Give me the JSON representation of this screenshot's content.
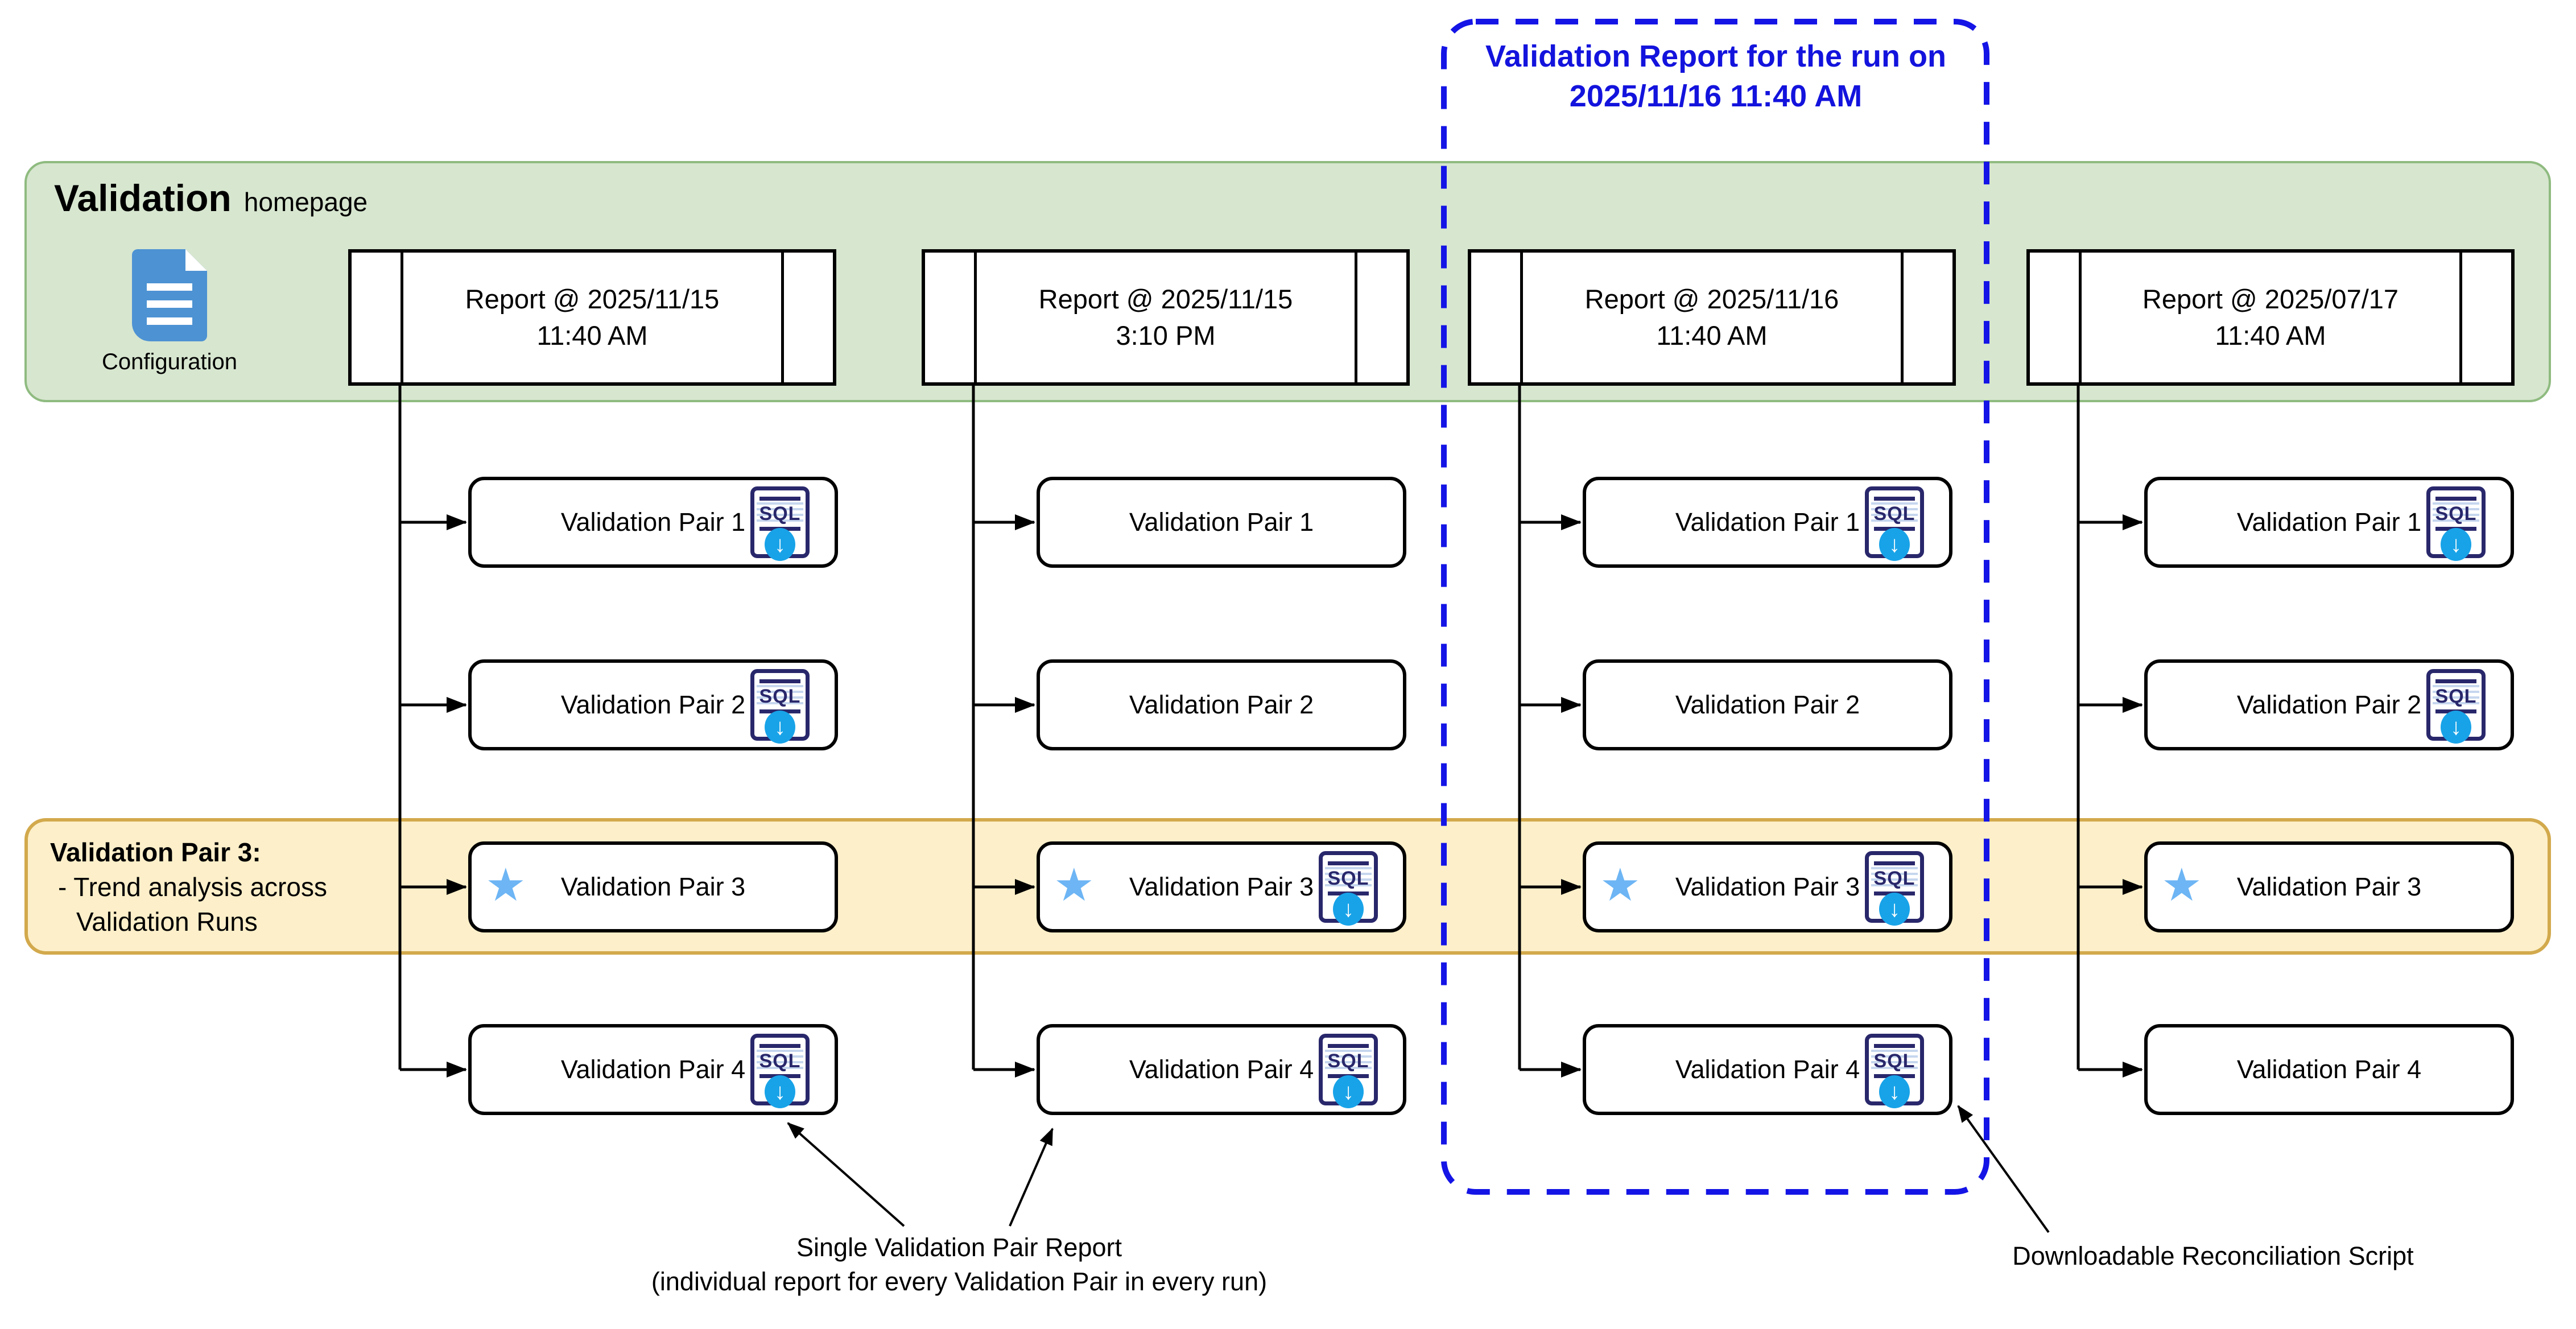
{
  "callout": {
    "line1": "Validation Report for the run on",
    "line2": "2025/11/16 11:40 AM"
  },
  "banner": {
    "title": "Validation",
    "subtitle": "homepage",
    "config_label": "Configuration"
  },
  "columns": [
    {
      "report": {
        "line1": "Report @ 2025/11/15",
        "line2": "11:40 AM"
      },
      "pairs": [
        {
          "label": "Validation Pair 1",
          "sql": true,
          "star": false
        },
        {
          "label": "Validation Pair 2",
          "sql": true,
          "star": false
        },
        {
          "label": "Validation Pair 3",
          "sql": false,
          "star": true
        },
        {
          "label": "Validation Pair 4",
          "sql": true,
          "star": false
        }
      ]
    },
    {
      "report": {
        "line1": "Report @ 2025/11/15",
        "line2": "3:10 PM"
      },
      "pairs": [
        {
          "label": "Validation Pair 1",
          "sql": false,
          "star": false
        },
        {
          "label": "Validation Pair 2",
          "sql": false,
          "star": false
        },
        {
          "label": "Validation Pair 3",
          "sql": true,
          "star": true
        },
        {
          "label": "Validation Pair 4",
          "sql": true,
          "star": false
        }
      ]
    },
    {
      "report": {
        "line1": "Report @ 2025/11/16",
        "line2": "11:40 AM"
      },
      "pairs": [
        {
          "label": "Validation Pair 1",
          "sql": true,
          "star": false
        },
        {
          "label": "Validation Pair 2",
          "sql": false,
          "star": false
        },
        {
          "label": "Validation Pair 3",
          "sql": true,
          "star": true
        },
        {
          "label": "Validation Pair 4",
          "sql": true,
          "star": false
        }
      ]
    },
    {
      "report": {
        "line1": "Report @ 2025/07/17",
        "line2": "11:40 AM"
      },
      "pairs": [
        {
          "label": "Validation Pair 1",
          "sql": true,
          "star": false
        },
        {
          "label": "Validation Pair 2",
          "sql": true,
          "star": false
        },
        {
          "label": "Validation Pair 3",
          "sql": false,
          "star": true
        },
        {
          "label": "Validation Pair 4",
          "sql": false,
          "star": false
        }
      ]
    }
  ],
  "highlight": {
    "line1": "Validation Pair 3:",
    "line2": "- Trend analysis across",
    "line3": "Validation Runs"
  },
  "annotations": {
    "single_line1": "Single Validation Pair Report",
    "single_line2": "(individual report for every Validation Pair in every run)",
    "reconciliation": "Downloadable Reconciliation Script"
  },
  "icons": {
    "sql_label": "SQL",
    "star_glyph": "★",
    "download_glyph": "↓"
  },
  "colors": {
    "callout_blue": "#1313dd",
    "banner_green_fill": "#d7e6cf",
    "banner_green_stroke": "#8fbb80",
    "highlight_fill": "#fcefc9",
    "highlight_stroke": "#d2a94c",
    "sql_navy": "#29276b",
    "download_blue": "#18a3e8",
    "star_blue": "#6db5f4",
    "config_blue": "#4d92d3"
  }
}
